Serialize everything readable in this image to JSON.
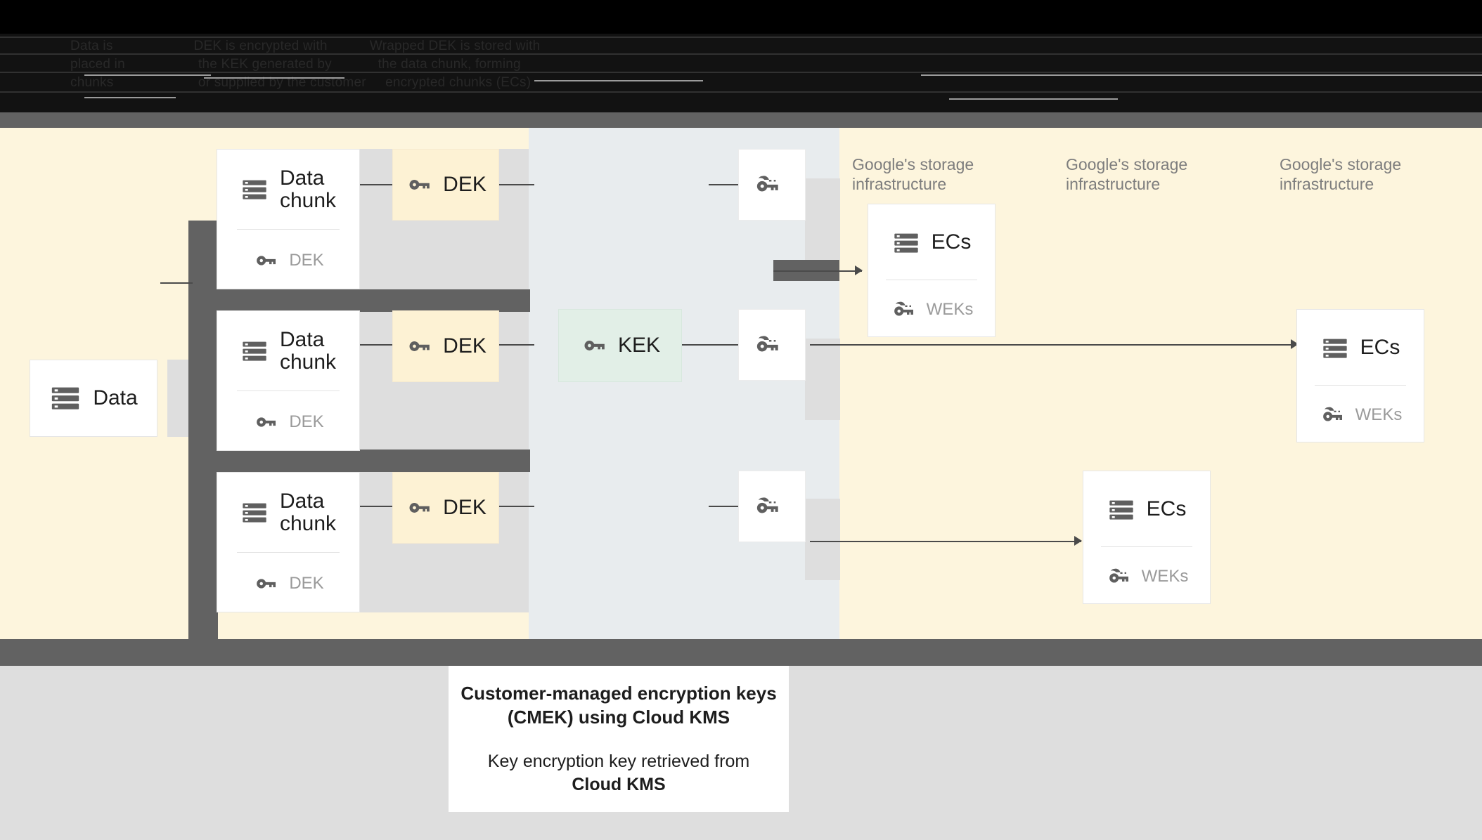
{
  "banner": {
    "obscured": true,
    "lines": [
      "Data is                     DEK is encrypted with           Wrapped DEK is stored with",
      "placed in                   the KEK generated by            the data chunk, forming",
      "chunks                      or supplied by the customer     encrypted chunks (ECs)"
    ]
  },
  "diagram": {
    "source": {
      "title": "Data",
      "icon": "storage-icon"
    },
    "chunks": [
      {
        "title": "Data\nchunk",
        "icon": "storage-icon",
        "key_label": "DEK",
        "key_icon": "key-icon"
      },
      {
        "title": "Data\nchunk",
        "icon": "storage-icon",
        "key_label": "DEK",
        "key_icon": "key-icon"
      },
      {
        "title": "Data\nchunk",
        "icon": "storage-icon",
        "key_label": "DEK",
        "key_icon": "key-icon"
      }
    ],
    "dek_tiles": [
      {
        "label": "DEK",
        "icon": "key-icon"
      },
      {
        "label": "DEK",
        "icon": "key-icon"
      },
      {
        "label": "DEK",
        "icon": "key-icon"
      }
    ],
    "kek": {
      "label": "KEK",
      "icon": "key-icon"
    },
    "wek_tiles": [
      {
        "label": "",
        "icon": "double-key-icon"
      },
      {
        "label": "",
        "icon": "double-key-icon"
      },
      {
        "label": "",
        "icon": "double-key-icon"
      }
    ],
    "column_captions": [
      "Google's storage\ninfrastructure",
      "Google's storage\ninfrastructure",
      "Google's storage\ninfrastructure"
    ],
    "ec_cards": [
      {
        "title": "ECs",
        "icon": "storage-icon",
        "key_label": "WEKs",
        "key_icon": "double-key-icon"
      },
      {
        "title": "ECs",
        "icon": "storage-icon",
        "key_label": "WEKs",
        "key_icon": "double-key-icon"
      },
      {
        "title": "ECs",
        "icon": "storage-icon",
        "key_label": "WEKs",
        "key_icon": "double-key-icon"
      }
    ]
  },
  "legend": {
    "line1": "Customer-managed encryption keys\n(CMEK) using Cloud KMS",
    "line2_prefix": "Key encryption key retrieved from\n",
    "line2_bold": "Cloud KMS"
  },
  "colors": {
    "cream": "#fdf5dd",
    "kek_band": "#e8ecee",
    "gray_zone": "#dedede",
    "dark_bar": "#626262",
    "dek_tile": "#fdf2d4",
    "kek_tile": "#e2efe7",
    "icon": "#5f5f5f",
    "muted_text": "#9a9a9a",
    "caption_text": "#7d7d7d"
  }
}
